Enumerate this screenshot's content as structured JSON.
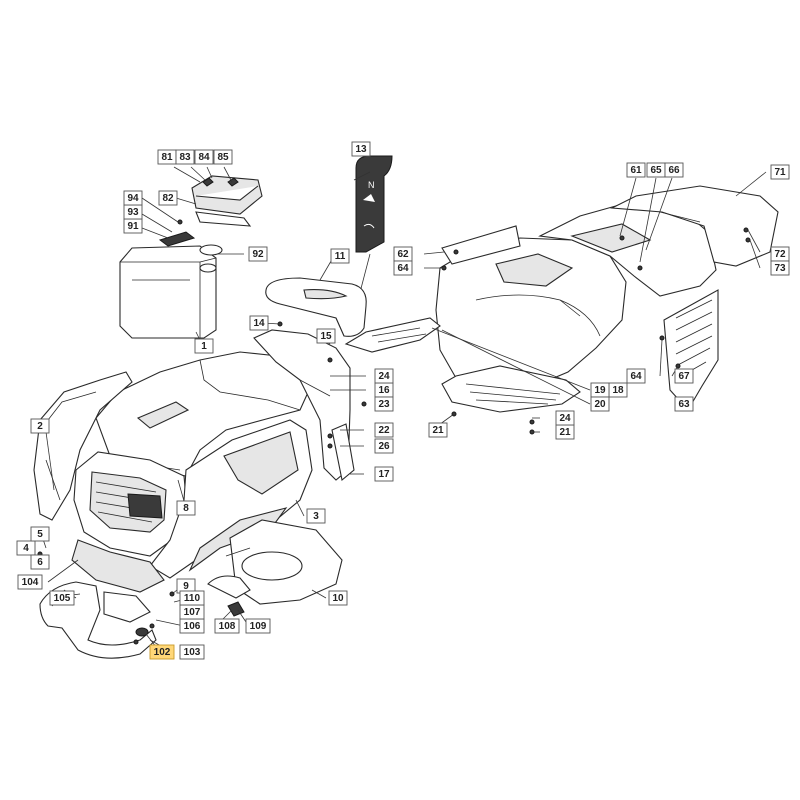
{
  "labels": {
    "l1": "1",
    "l2": "2",
    "l3": "3",
    "l4": "4",
    "l5": "5",
    "l6": "6",
    "l8": "8",
    "l9": "9",
    "l10": "10",
    "l11": "11",
    "l13": "13",
    "l14": "14",
    "l15": "15",
    "l16": "16",
    "l17": "17",
    "l18": "18",
    "l19": "19",
    "l20": "20",
    "l21a": "21",
    "l21b": "21",
    "l22": "22",
    "l23": "23",
    "l24a": "24",
    "l24b": "24",
    "l26": "26",
    "l61": "61",
    "l62": "62",
    "l63": "63",
    "l64a": "64",
    "l64b": "64",
    "l65": "65",
    "l66": "66",
    "l67": "67",
    "l71": "71",
    "l72": "72",
    "l73": "73",
    "l81": "81",
    "l82": "82",
    "l83": "83",
    "l84": "84",
    "l85": "85",
    "l91": "91",
    "l92": "92",
    "l93": "93",
    "l94": "94",
    "l102": "102",
    "l103": "103",
    "l104": "104",
    "l105": "105",
    "l106": "106",
    "l107": "107",
    "l108": "108",
    "l109": "109",
    "l110": "110"
  },
  "highlight_color": "#ffd778"
}
